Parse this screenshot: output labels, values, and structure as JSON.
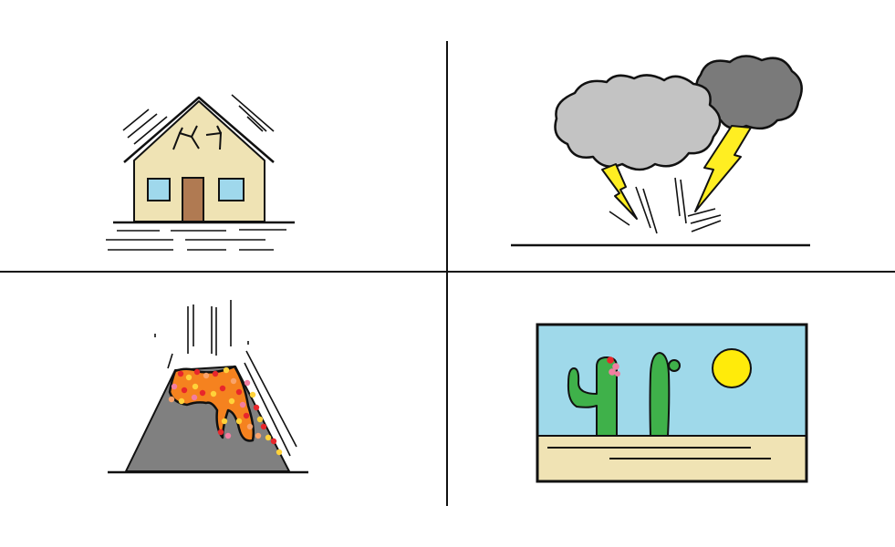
{
  "panels": [
    {
      "id": "earthquake",
      "icon": "earthquake-house-icon"
    },
    {
      "id": "thunderstorm",
      "icon": "thunderstorm-icon"
    },
    {
      "id": "volcano",
      "icon": "volcano-eruption-icon"
    },
    {
      "id": "desert",
      "icon": "desert-cactus-icon"
    }
  ],
  "colors": {
    "line": "#111111",
    "house_wall": "#efe3b4",
    "door": "#b07a52",
    "window": "#9fd8ec",
    "cloud_light": "#c3c3c3",
    "cloud_dark": "#7a7a7a",
    "lightning": "#ffee22",
    "volcano": "#808080",
    "lava": "#f5821f",
    "sky": "#9fd9ea",
    "sand": "#f0e3b4",
    "cactus": "#3fb14a",
    "sun": "#ffeb0a"
  }
}
